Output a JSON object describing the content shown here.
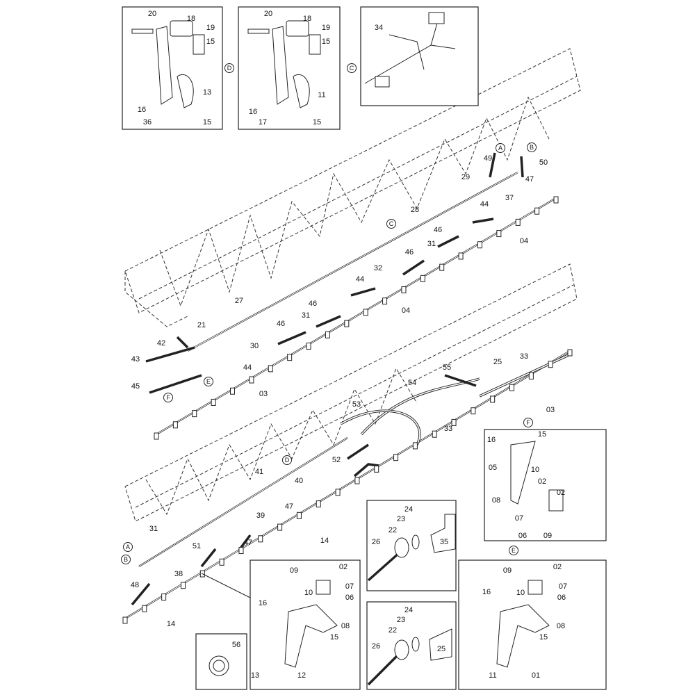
{
  "title": "Boom plumbing exploded parts diagram",
  "callouts": [
    {
      "label": "20"
    },
    {
      "label": "18"
    },
    {
      "label": "19"
    },
    {
      "label": "15"
    },
    {
      "label": "13"
    },
    {
      "label": "16"
    },
    {
      "label": "36"
    },
    {
      "label": "15"
    },
    {
      "label": "20"
    },
    {
      "label": "18"
    },
    {
      "label": "19"
    },
    {
      "label": "15"
    },
    {
      "label": "11"
    },
    {
      "label": "16"
    },
    {
      "label": "17"
    },
    {
      "label": "15"
    },
    {
      "label": "34"
    },
    {
      "label": "49"
    },
    {
      "label": "50"
    },
    {
      "label": "29"
    },
    {
      "label": "47"
    },
    {
      "label": "37"
    },
    {
      "label": "44"
    },
    {
      "label": "28"
    },
    {
      "label": "46"
    },
    {
      "label": "31"
    },
    {
      "label": "04"
    },
    {
      "label": "46"
    },
    {
      "label": "32"
    },
    {
      "label": "44"
    },
    {
      "label": "27"
    },
    {
      "label": "46"
    },
    {
      "label": "04"
    },
    {
      "label": "46"
    },
    {
      "label": "31"
    },
    {
      "label": "21"
    },
    {
      "label": "42"
    },
    {
      "label": "30"
    },
    {
      "label": "43"
    },
    {
      "label": "44"
    },
    {
      "label": "25"
    },
    {
      "label": "33"
    },
    {
      "label": "55"
    },
    {
      "label": "45"
    },
    {
      "label": "03"
    },
    {
      "label": "54"
    },
    {
      "label": "53"
    },
    {
      "label": "33"
    },
    {
      "label": "03"
    },
    {
      "label": "15"
    },
    {
      "label": "16"
    },
    {
      "label": "05"
    },
    {
      "label": "10"
    },
    {
      "label": "02"
    },
    {
      "label": "02"
    },
    {
      "label": "08"
    },
    {
      "label": "07"
    },
    {
      "label": "06"
    },
    {
      "label": "09"
    },
    {
      "label": "52"
    },
    {
      "label": "41"
    },
    {
      "label": "40"
    },
    {
      "label": "39"
    },
    {
      "label": "47"
    },
    {
      "label": "24"
    },
    {
      "label": "23"
    },
    {
      "label": "22"
    },
    {
      "label": "26"
    },
    {
      "label": "35"
    },
    {
      "label": "31"
    },
    {
      "label": "51"
    },
    {
      "label": "47"
    },
    {
      "label": "14"
    },
    {
      "label": "38"
    },
    {
      "label": "09"
    },
    {
      "label": "02"
    },
    {
      "label": "07"
    },
    {
      "label": "10"
    },
    {
      "label": "06"
    },
    {
      "label": "16"
    },
    {
      "label": "08"
    },
    {
      "label": "15"
    },
    {
      "label": "11"
    },
    {
      "label": "01"
    },
    {
      "label": "09"
    },
    {
      "label": "02"
    },
    {
      "label": "07"
    },
    {
      "label": "10"
    },
    {
      "label": "06"
    },
    {
      "label": "16"
    },
    {
      "label": "08"
    },
    {
      "label": "15"
    },
    {
      "label": "13"
    },
    {
      "label": "12"
    },
    {
      "label": "48"
    },
    {
      "label": "14"
    },
    {
      "label": "56"
    },
    {
      "label": "24"
    },
    {
      "label": "23"
    },
    {
      "label": "22"
    },
    {
      "label": "26"
    },
    {
      "label": "25"
    }
  ],
  "references": [
    {
      "label": "D"
    },
    {
      "label": "C"
    },
    {
      "label": "A"
    },
    {
      "label": "B"
    },
    {
      "label": "C"
    },
    {
      "label": "E"
    },
    {
      "label": "F"
    },
    {
      "label": "F"
    },
    {
      "label": "D"
    },
    {
      "label": "A"
    },
    {
      "label": "B"
    },
    {
      "label": "E"
    }
  ]
}
